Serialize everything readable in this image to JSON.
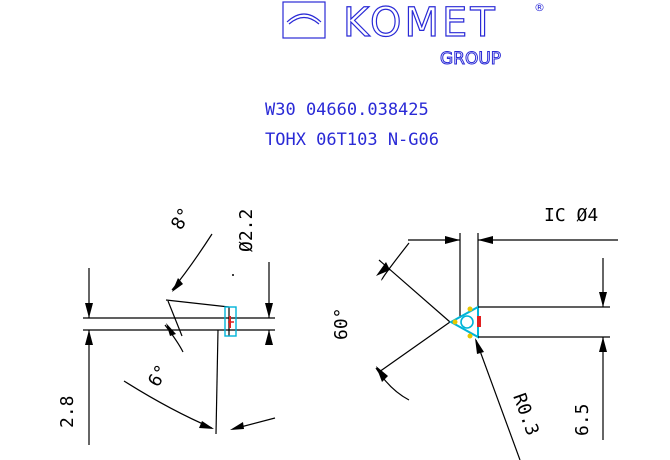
{
  "logo": {
    "brand": "KOMET",
    "group": "GROUP",
    "registered": "®"
  },
  "part": {
    "article_number": "W30 04660.038425",
    "designation": "TOHX 06T103 N-G06"
  },
  "dimensions": {
    "angle_top": "8°",
    "diameter": "Ø2.2",
    "angle_bottom": "6°",
    "height_left": "2.8",
    "angle_point": "60°",
    "ic": "IC Ø4",
    "radius": "R0.3",
    "height_right": "6.5"
  },
  "colors": {
    "logo": "#2a2ad6",
    "line": "#000000",
    "insert_cyan": "#00b4d8",
    "insert_red": "#e02020",
    "insert_yellow": "#e6c800"
  }
}
